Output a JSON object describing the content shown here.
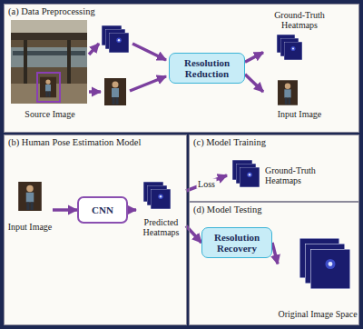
{
  "diagram": {
    "nodes": [
      {
        "text": [
          "(a) Data Preprocessing"
        ]
      },
      {
        "text": [
          "Source Image"
        ],
        "in": 0
      },
      {
        "text": [
          "Resolution Reduction"
        ],
        "in": 0
      },
      {
        "text": [
          "Ground-Truth Heatmaps"
        ],
        "in": 0
      },
      {
        "text": [
          "Input Image"
        ],
        "in": 0
      },
      {
        "text": [
          "(b) Human Pose Estimation Model"
        ]
      },
      {
        "text": [
          "Input Image"
        ],
        "in": 5
      },
      {
        "text": [
          "CNN"
        ],
        "in": 5
      },
      {
        "text": [
          "Predicted Heatmaps"
        ],
        "in": 5
      },
      {
        "text": [
          "(c) Model Training"
        ]
      },
      {
        "text": [
          "Ground-Truth Heatmaps"
        ],
        "in": 9
      },
      {
        "text": [
          "(d) Model Testing"
        ]
      },
      {
        "text": [
          "Resolution Recovery"
        ],
        "in": 11
      },
      {
        "text": [
          "Original Image Space"
        ],
        "in": 11
      }
    ],
    "edges": [
      {
        "from": 2,
        "to": 3,
        "arrow": "to"
      },
      {
        "from": 2,
        "to": 4,
        "arrow": "to"
      },
      {
        "from": 6,
        "to": 7,
        "arrow": "to"
      },
      {
        "from": 7,
        "to": 8,
        "arrow": "to"
      },
      {
        "from": 8,
        "to": 10,
        "label": "Loss",
        "arrow": "to"
      },
      {
        "from": 8,
        "to": 12,
        "arrow": "to"
      },
      {
        "from": 12,
        "to": 13,
        "arrow": "to"
      }
    ]
  }
}
